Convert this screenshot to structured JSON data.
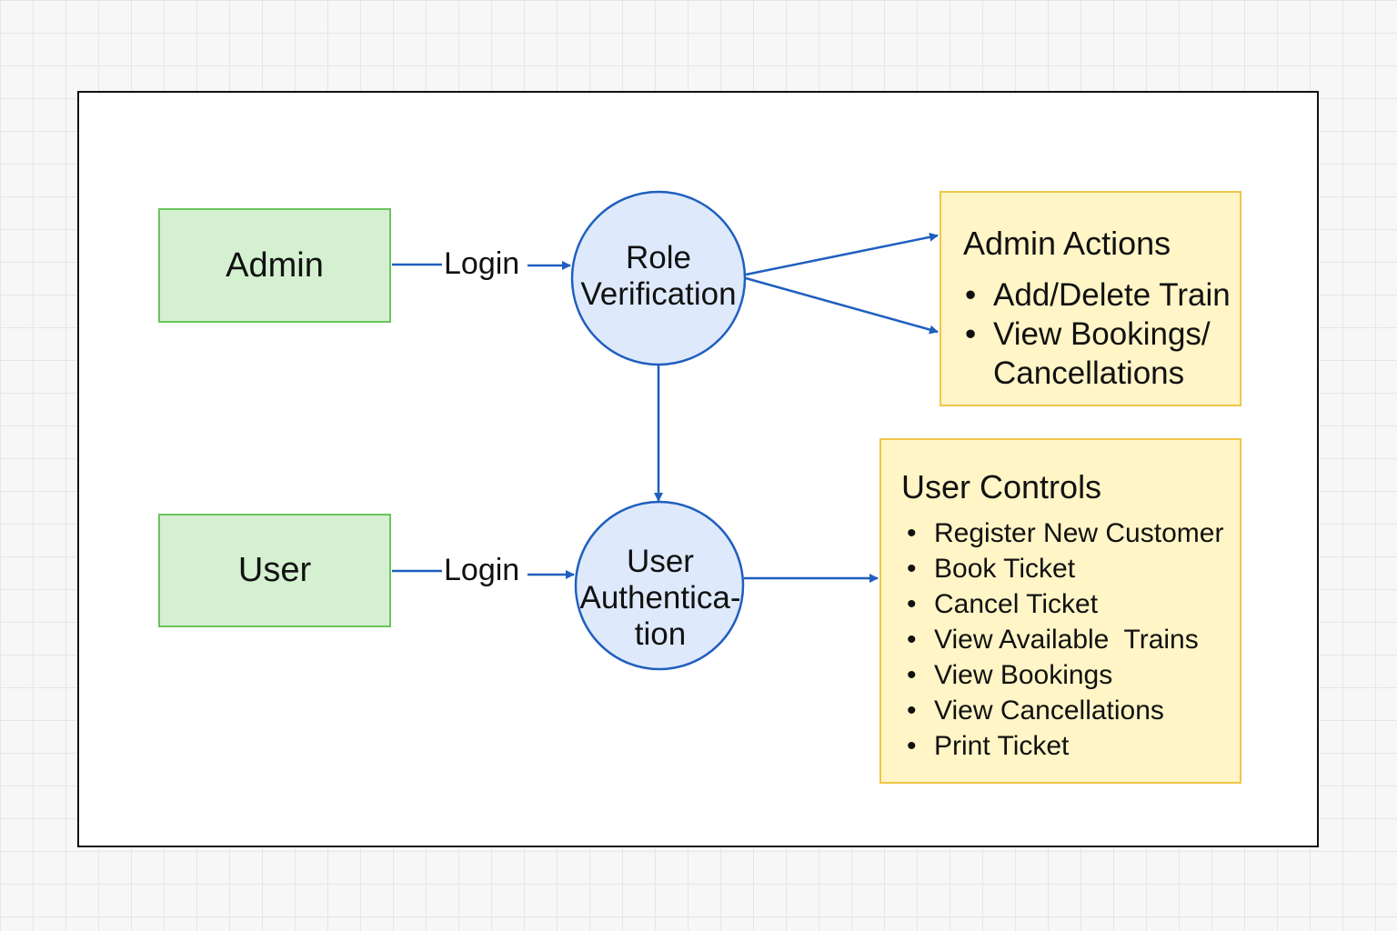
{
  "colors": {
    "actor_fill": "#d4f0d0",
    "actor_border": "#6cc45e",
    "process_fill": "#deeafb",
    "process_border": "#1f5fbf",
    "note_fill": "#fff5c6",
    "note_border": "#f0c64a",
    "arrow": "#1f5fbf"
  },
  "actors": {
    "admin": "Admin",
    "user": "User"
  },
  "flows": {
    "admin_login": "Login",
    "user_login": "Login"
  },
  "processes": {
    "role_verification": "Role\nVerification",
    "user_authentication": "User\nAuthentica-\ntion"
  },
  "admin_actions": {
    "title": "Admin Actions",
    "items": [
      "Add/Delete Train",
      "View Bookings/\nCancellations"
    ]
  },
  "user_controls": {
    "title": "User Controls",
    "items": [
      "Register New Customer",
      "Book Ticket",
      "Cancel Ticket",
      "View Available  Trains",
      "View Bookings",
      "View Cancellations",
      "Print Ticket"
    ]
  }
}
